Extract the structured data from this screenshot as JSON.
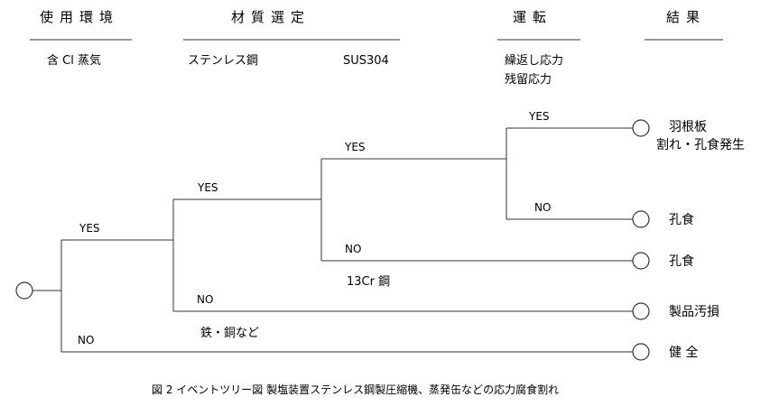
{
  "headers": {
    "environment": "使用環境",
    "material": "材質選定",
    "operation": "運転",
    "result": "結果"
  },
  "row1": {
    "environment": "含 Cl 蒸気",
    "material_a": "ステンレス鋼",
    "material_b": "SUS304",
    "operation_1": "繰返し応力",
    "operation_2": "残留応力"
  },
  "branches": {
    "b1_yes": "YES",
    "b1_no": "NO",
    "b2_yes": "YES",
    "b2_no": "NO",
    "b3_yes": "YES",
    "b3_no": "NO",
    "b4_yes": "YES",
    "b4_no": "NO"
  },
  "notes": {
    "cr13": "13Cr 鋼",
    "iron": "鉄・銅など"
  },
  "outcomes": {
    "o1_line1": "羽根板",
    "o1_line2": "割れ・孔食発生",
    "o2": "孔食",
    "o3": "孔食",
    "o4": "製品汚損",
    "o5": "健 全"
  },
  "caption": "図 2  イベントツリー図  製塩装置ステンレス鋼製圧縮機、蒸発缶などの応力腐食割れ"
}
